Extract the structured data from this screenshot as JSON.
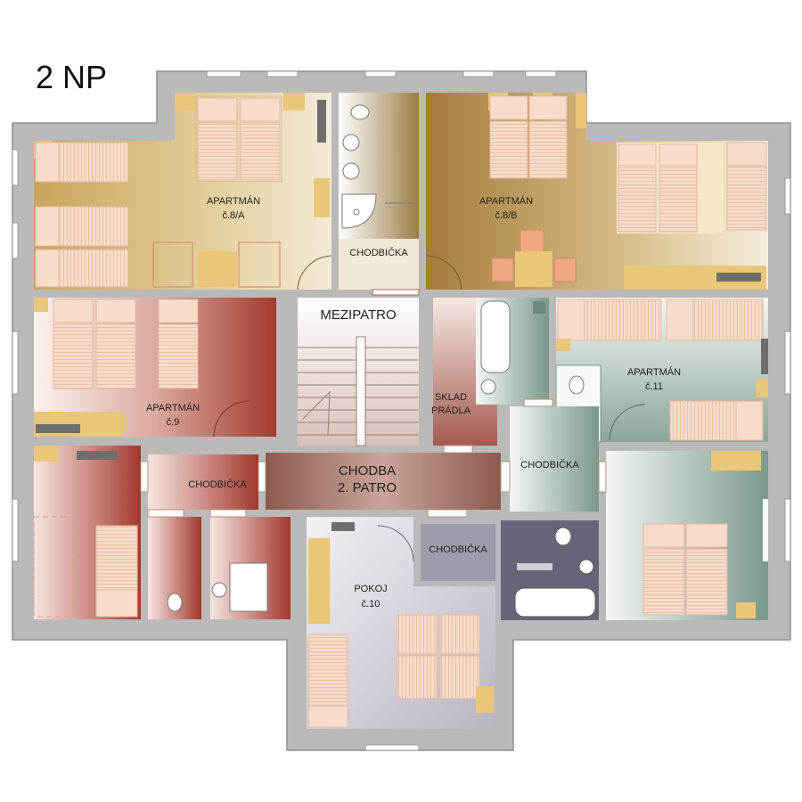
{
  "floor_title": "2 NP",
  "rooms": {
    "apt_8a": {
      "line1": "APARTMÁN",
      "line2": "č.8/A"
    },
    "apt_8b": {
      "line1": "APARTMÁN",
      "line2": "č.8/B"
    },
    "apt_9": {
      "line1": "APARTMÁN",
      "line2": "č.9"
    },
    "apt_11": {
      "line1": "APARTMÁN",
      "line2": "č.11"
    },
    "room_10": {
      "line1": "POKOJ",
      "line2": "č.10"
    },
    "corridor_top": {
      "label": "CHODBIČKA"
    },
    "corridor_left": {
      "label": "CHODBIČKA"
    },
    "corridor_right": {
      "label": "CHODBIČKA"
    },
    "corridor_bottom": {
      "label": "CHODBIČKA"
    },
    "landing": {
      "label": "MEZIPATRO"
    },
    "linen": {
      "line1": "SKLAD",
      "line2": "PRÁDLA"
    },
    "hall": {
      "line1": "CHODBA",
      "line2": "2. PATRO"
    }
  },
  "colors": {
    "wall": "#b8b8b8",
    "brown_dark": "#a07a38",
    "brown_light": "#f2ead8",
    "red_dark": "#a23a2e",
    "red_light": "#f5e4e0",
    "green_dark": "#7d9a8c",
    "green_light": "#eef3f0",
    "hall": "#9a6a5f",
    "grey_room": "#d0ccd6",
    "purple": "#6a6378",
    "bed": "#f6d9c8",
    "cabinet": "#e9c678"
  }
}
